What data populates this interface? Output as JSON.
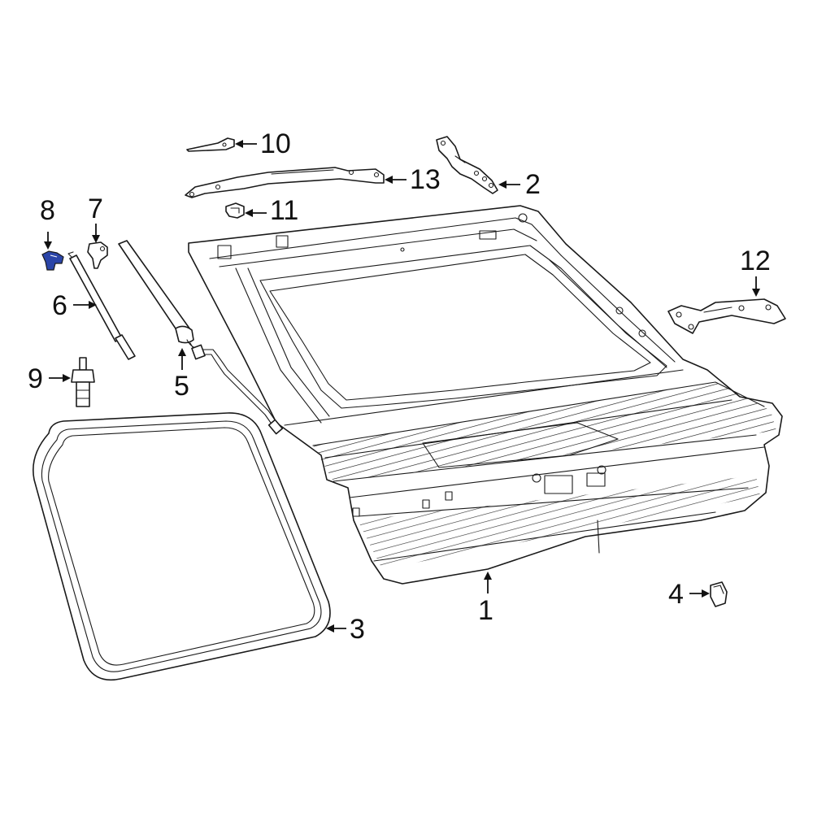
{
  "diagram": {
    "callouts": [
      {
        "id": "c1",
        "label": "1"
      },
      {
        "id": "c2",
        "label": "2"
      },
      {
        "id": "c3",
        "label": "3"
      },
      {
        "id": "c4",
        "label": "4"
      },
      {
        "id": "c5",
        "label": "5"
      },
      {
        "id": "c6",
        "label": "6"
      },
      {
        "id": "c7",
        "label": "7"
      },
      {
        "id": "c8",
        "label": "8"
      },
      {
        "id": "c9",
        "label": "9"
      },
      {
        "id": "c10",
        "label": "10"
      },
      {
        "id": "c11",
        "label": "11"
      },
      {
        "id": "c12",
        "label": "12"
      },
      {
        "id": "c13",
        "label": "13"
      }
    ],
    "highlight_color": "#2b45a8",
    "line_color": "#1a1a1a"
  }
}
